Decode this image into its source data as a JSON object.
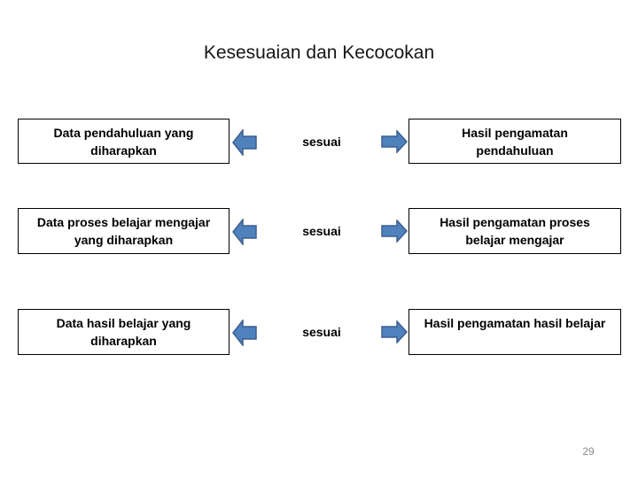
{
  "slide": {
    "title": "Kesesuaian dan Kecocokan",
    "page_number": "29",
    "background": "#ffffff"
  },
  "relation_rows": [
    {
      "left_box": "Data pendahuluan yang\ndiharapkan",
      "relation": "sesuai",
      "right_box": "Hasil pengamatan\npendahuluan"
    },
    {
      "left_box": "Data proses belajar mengajar\nyang diharapkan",
      "relation": "sesuai",
      "right_box": "Hasil pengamatan proses\nbelajar mengajar"
    },
    {
      "left_box": "Data hasil belajar yang\ndiharapkan",
      "relation": "sesuai",
      "right_box": "Hasil pengamatan hasil belajar"
    }
  ],
  "icons": {
    "left_arrow": "block-arrow-left",
    "right_arrow": "block-arrow-right"
  },
  "colors": {
    "arrow_fill": "#4f81bd",
    "arrow_stroke": "#3c5f8d",
    "box_border": "#000000",
    "text": "#000000",
    "page_number": "#8a8a8a"
  }
}
